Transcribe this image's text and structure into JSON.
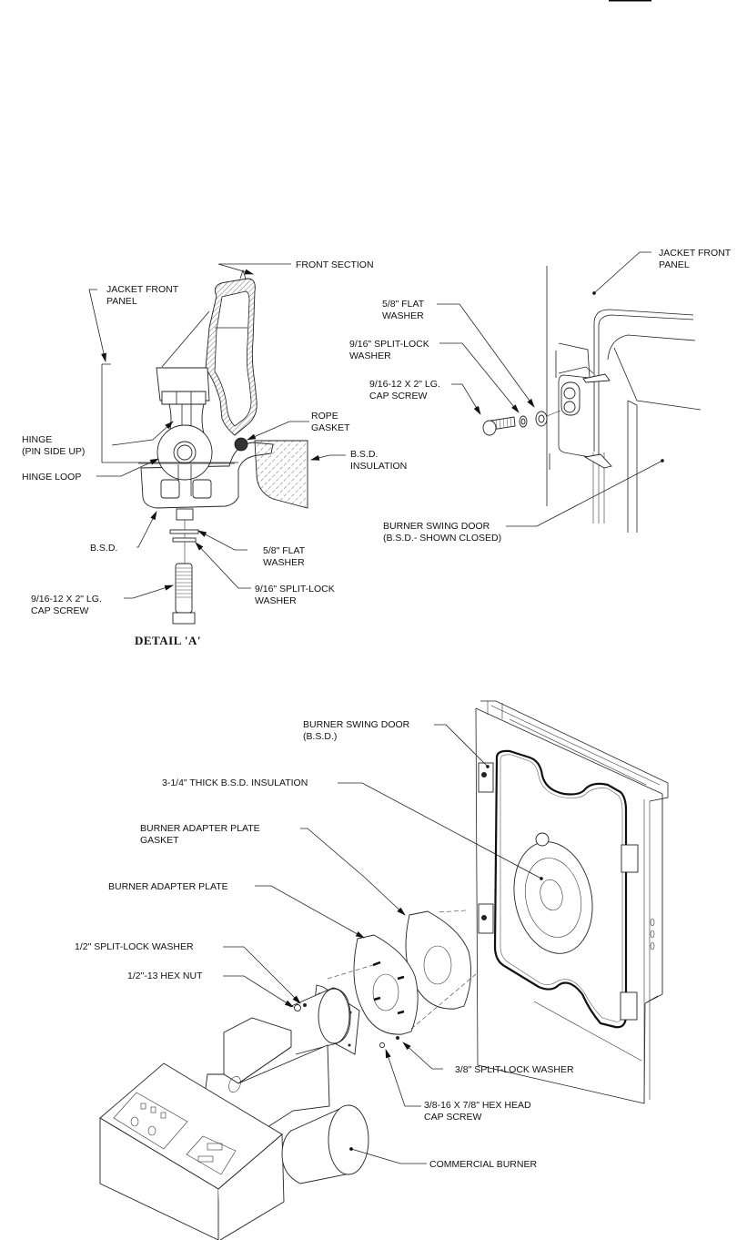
{
  "page": {
    "header_rule": "top-right underline mark"
  },
  "detail_a": {
    "title": "DETAIL 'A'",
    "labels": {
      "front_section": "FRONT SECTION",
      "jacket_front_panel_1": "JACKET FRONT",
      "jacket_front_panel_2": "PANEL",
      "hinge_1": "HINGE",
      "hinge_2": "(PIN SIDE UP)",
      "hinge_loop": "HINGE LOOP",
      "rope_gasket_1": "ROPE",
      "rope_gasket_2": "GASKET",
      "bsd_insulation_1": "B.S.D.",
      "bsd_insulation_2": "INSULATION",
      "bsd": "B.S.D.",
      "flat_washer_1": "5/8\" FLAT",
      "flat_washer_2": "WASHER",
      "split_lock_1": "9/16\" SPLIT-LOCK",
      "split_lock_2": "WASHER",
      "cap_screw_1": "9/16-12 X 2\" LG.",
      "cap_screw_2": "CAP SCREW"
    }
  },
  "door_view": {
    "labels": {
      "jacket_front_panel_1": "JACKET FRONT",
      "jacket_front_panel_2": "PANEL",
      "flat_washer_1": "5/8\" FLAT",
      "flat_washer_2": "WASHER",
      "split_lock_1": "9/16\" SPLIT-LOCK",
      "split_lock_2": "WASHER",
      "cap_screw_1": "9/16-12 X 2\" LG.",
      "cap_screw_2": "CAP SCREW",
      "bsd_1": "BURNER SWING DOOR",
      "bsd_2": "(B.S.D.- SHOWN CLOSED)"
    }
  },
  "burner_assembly": {
    "labels": {
      "bsd_1": "BURNER SWING DOOR",
      "bsd_2": "(B.S.D.)",
      "insulation": "3-1/4\" THICK B.S.D. INSULATION",
      "gasket_1": "BURNER ADAPTER PLATE",
      "gasket_2": "GASKET",
      "adapter_plate": "BURNER ADAPTER PLATE",
      "half_split_lock": "1/2\" SPLIT-LOCK WASHER",
      "hex_nut": "1/2\"-13 HEX NUT",
      "three_eighths_split_lock": "3/8\" SPLIT-LOCK WASHER",
      "hex_cap_screw_1": "3/8-16 X 7/8\" HEX HEAD",
      "hex_cap_screw_2": "CAP SCREW",
      "commercial_burner": "COMMERCIAL BURNER"
    }
  }
}
